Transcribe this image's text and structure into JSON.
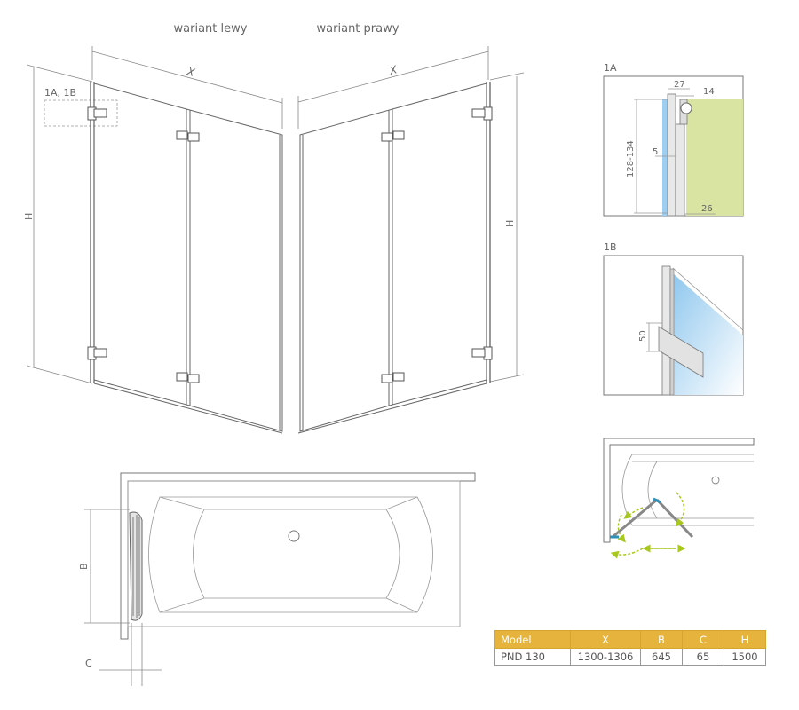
{
  "variants": {
    "left": "wariant lewy",
    "right": "wariant prawy"
  },
  "dims": {
    "x": "X",
    "h": "H",
    "b": "B",
    "c": "C"
  },
  "detail_callout": "1A, 1B",
  "detail_1a": {
    "label": "1A",
    "d27": "27",
    "d14": "14",
    "d5": "5",
    "range": "128-134",
    "d26": "26"
  },
  "detail_1b": {
    "label": "1B",
    "d50": "50"
  },
  "colors": {
    "accent": "#e6b43c",
    "wall": "#d9e4a3",
    "glass": "#9ecff0",
    "arrow": "#a8c81e",
    "hinge_blue": "#2e8fb8"
  },
  "table": {
    "headers": [
      "Model",
      "X",
      "B",
      "C",
      "H"
    ],
    "rows": [
      [
        "PND 130",
        "1300-1306",
        "645",
        "65",
        "1500"
      ]
    ]
  }
}
